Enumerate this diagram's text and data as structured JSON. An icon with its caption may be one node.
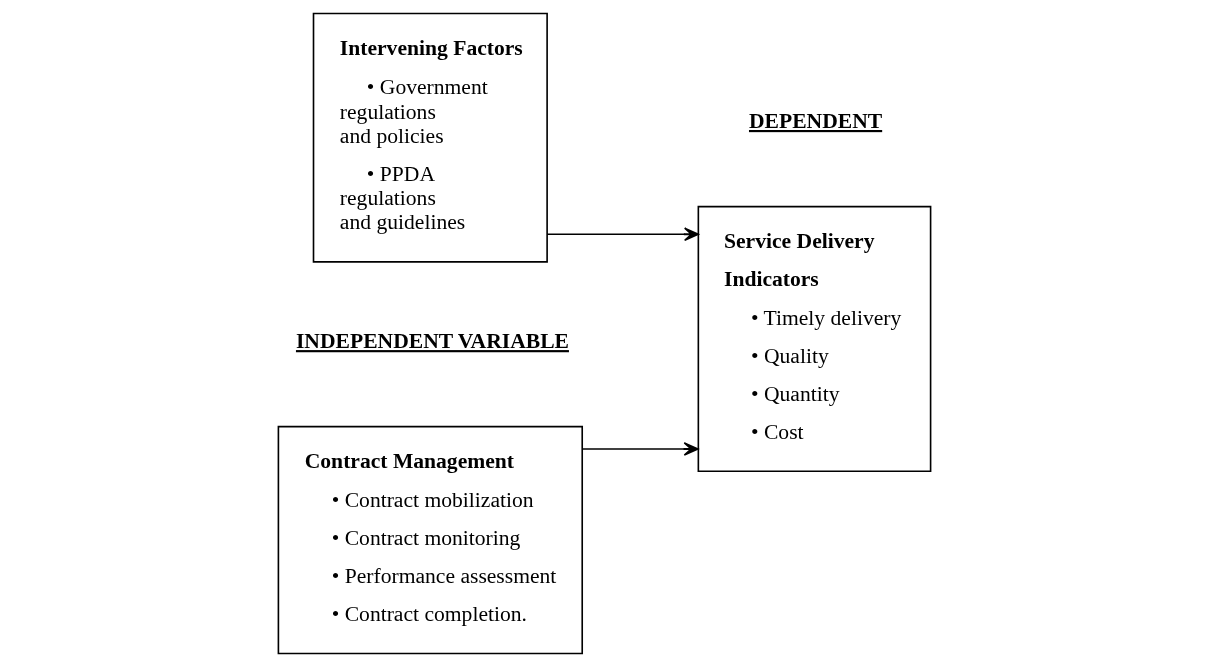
{
  "diagram": {
    "nodes": [
      {
        "text": [
          "Contract Management",
          "• Contract mobilization",
          "• Contract monitoring",
          "• Performance assessment",
          "• Contract completion."
        ]
      },
      {
        "text": [
          "Service Delivery",
          "Indicators",
          "• Timely delivery",
          "• Quality",
          "• Quantity",
          "• Cost"
        ]
      },
      {
        "text": [
          "Intervening Factors",
          "• Government regulations and policies",
          "• PPDA regulations and guidelines"
        ]
      }
    ],
    "edges": [
      {
        "from": 0,
        "to": 1,
        "arrow": "to"
      },
      {
        "from": 2,
        "to": 1,
        "arrow": "to"
      }
    ],
    "labels": [
      "INDEPENDENT VARIABLE",
      "DEPENDENT"
    ]
  }
}
